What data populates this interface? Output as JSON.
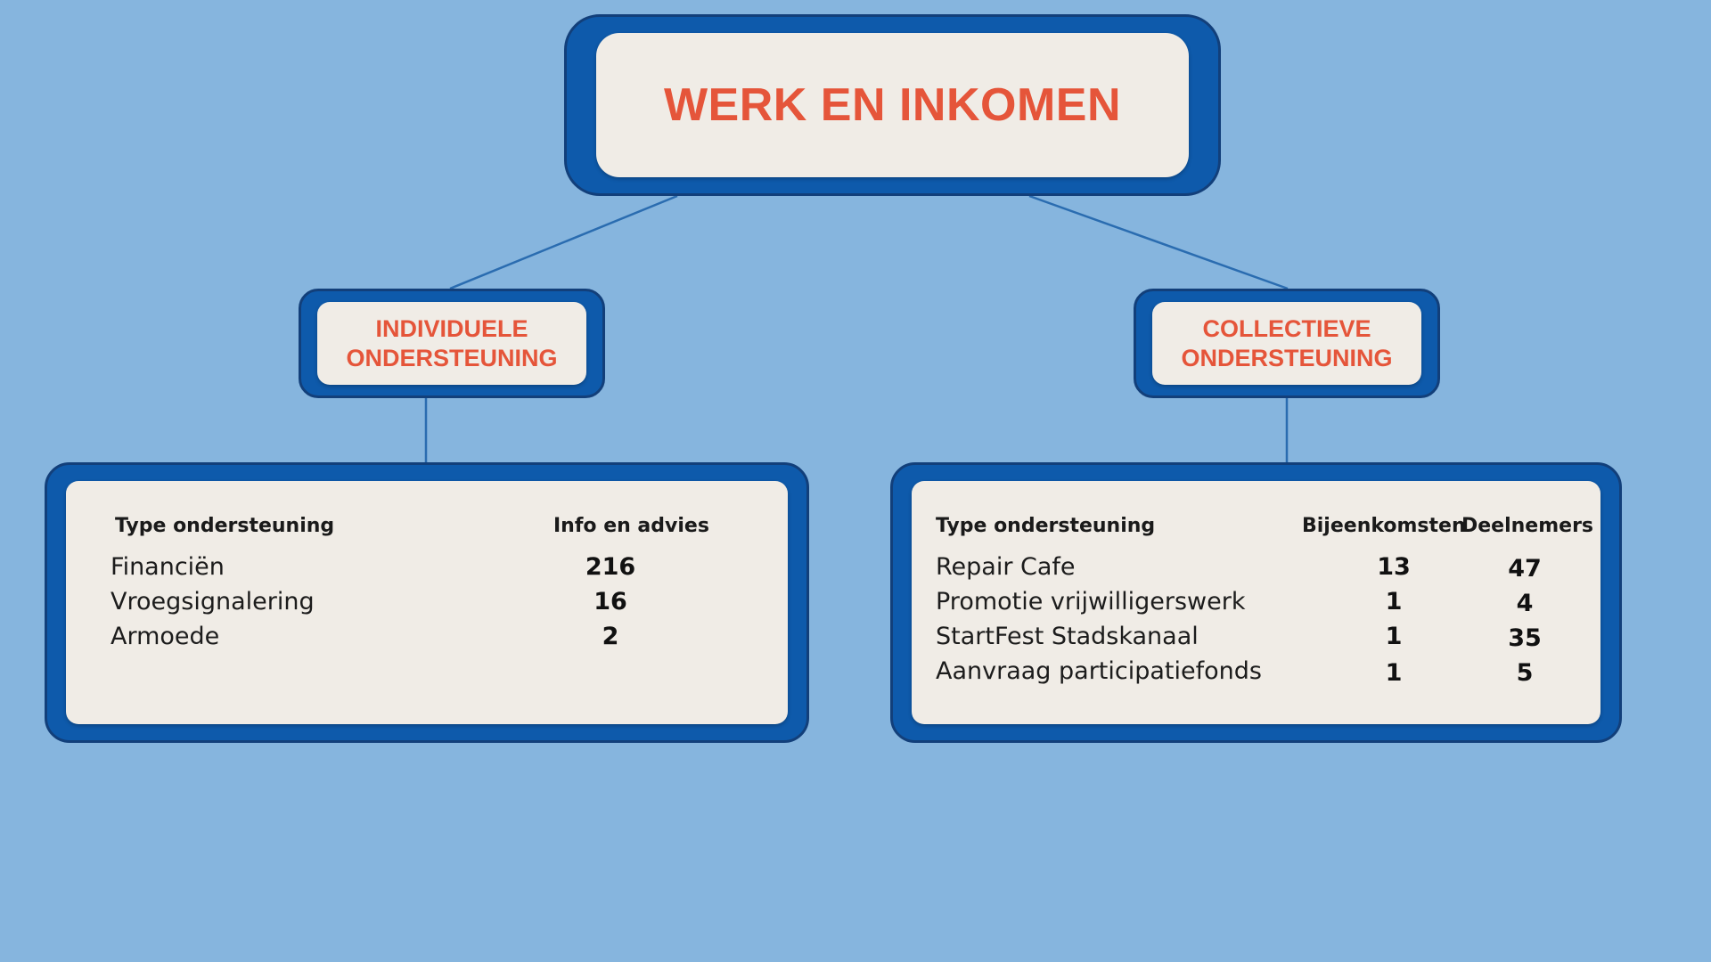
{
  "title": "WERK EN INKOMEN",
  "individual": {
    "heading_line1": "INDIVIDUELE",
    "heading_line2": "ONDERSTEUNING",
    "columns": [
      "Type ondersteuning",
      "Info en advies"
    ],
    "rows": [
      {
        "type": "Financiën",
        "info": "216"
      },
      {
        "type": "Vroegsignalering",
        "info": "16"
      },
      {
        "type": "Armoede",
        "info": "2"
      }
    ]
  },
  "collective": {
    "heading_line1": "COLLECTIEVE",
    "heading_line2": "ONDERSTEUNING",
    "columns": [
      "Type ondersteuning",
      "Bijeenkomsten",
      "Deelnemers"
    ],
    "rows": [
      {
        "type": "Repair Cafe",
        "meetings": "13",
        "participants": "47"
      },
      {
        "type": "Promotie vrijwilligerswerk",
        "meetings": "1",
        "participants": "4"
      },
      {
        "type": "StartFest Stadskanaal",
        "meetings": "1",
        "participants": "35"
      },
      {
        "type": "Aanvraag participatiefonds",
        "meetings": "1",
        "participants": "5"
      }
    ]
  },
  "colors": {
    "background": "#86b5de",
    "frame": "#0e5aab",
    "box_fill": "#f0ece6",
    "heading_text": "#e5553a"
  }
}
